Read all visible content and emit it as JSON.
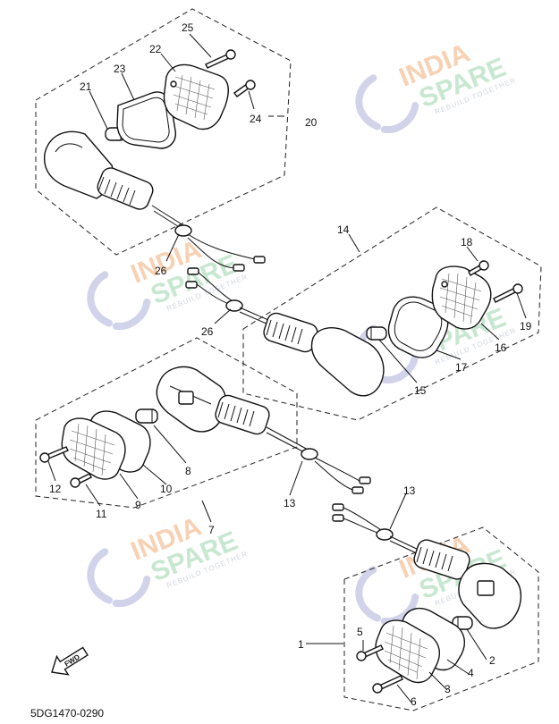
{
  "diagram": {
    "callouts": [
      "1",
      "2",
      "3",
      "4",
      "5",
      "6",
      "7",
      "8",
      "9",
      "10",
      "11",
      "12",
      "13",
      "13",
      "14",
      "15",
      "16",
      "17",
      "18",
      "19",
      "20",
      "21",
      "22",
      "23",
      "24",
      "25",
      "26",
      "26"
    ],
    "part_code": "5DG1470-0290",
    "fwd_label": "FWD"
  },
  "watermark": {
    "line1": "INDIA",
    "line2": "SPARE",
    "tagline": "REBUILD TOGETHER",
    "colors": {
      "india": "#f6c9a7",
      "spare": "#bfe3c8",
      "icon": "#c9cbe8"
    }
  }
}
